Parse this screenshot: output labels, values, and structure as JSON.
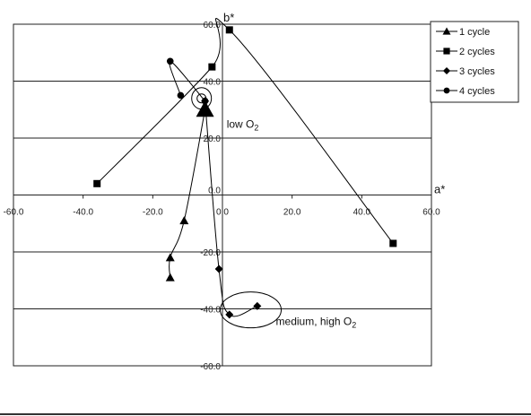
{
  "chart_data": {
    "type": "scatter",
    "xlabel": "a*",
    "ylabel": "b*",
    "xlim": [
      -60,
      60
    ],
    "ylim": [
      -60,
      60
    ],
    "x_ticks": [
      "-60.0",
      "-40.0",
      "-20.0",
      "0.0",
      "20.0",
      "40.0",
      "60.0"
    ],
    "y_ticks": [
      "60.0",
      "40.0",
      "20.0",
      "0.0",
      "-20.0",
      "-40.0",
      "-60.0"
    ],
    "grid": "horizontal",
    "legend_position": "top-right",
    "series": [
      {
        "name": "1 cycle",
        "marker": "triangle",
        "points": [
          [
            -15,
            -29
          ],
          [
            -15,
            -22
          ],
          [
            -11,
            -9
          ],
          [
            -5,
            30
          ]
        ]
      },
      {
        "name": "2 cycles",
        "marker": "square",
        "points": [
          [
            -36,
            4
          ],
          [
            -3,
            45
          ],
          [
            2,
            58
          ],
          [
            49,
            -17
          ]
        ]
      },
      {
        "name": "3 cycles",
        "marker": "diamond",
        "points": [
          [
            -5,
            33
          ],
          [
            -1,
            -26
          ],
          [
            2,
            -42
          ],
          [
            10,
            -39
          ]
        ]
      },
      {
        "name": "4 cycles",
        "marker": "circle",
        "points": [
          [
            -12,
            35
          ],
          [
            -15,
            47
          ],
          [
            -5,
            33
          ]
        ]
      }
    ],
    "annotations": [
      {
        "text": "low O",
        "subscript": "2",
        "x": -6,
        "y": 33
      },
      {
        "text": "medium, high O",
        "subscript": "2",
        "x": 4,
        "y": -41
      }
    ]
  }
}
